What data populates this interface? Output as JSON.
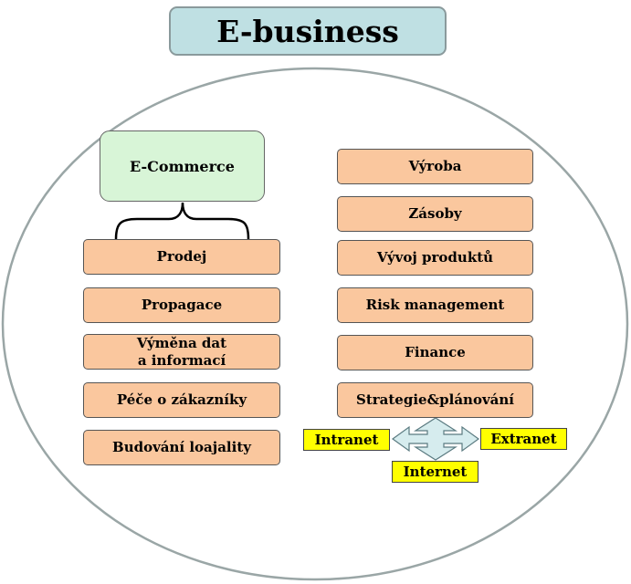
{
  "title": "E-business",
  "ecommerce": {
    "label": "E-Commerce"
  },
  "left_items": [
    {
      "lines": [
        "Prodej"
      ]
    },
    {
      "lines": [
        "Propagace"
      ]
    },
    {
      "lines": [
        "Výměna dat",
        "a informací"
      ]
    },
    {
      "lines": [
        "Péče o zákazníky"
      ]
    },
    {
      "lines": [
        "Budování loajality"
      ]
    }
  ],
  "right_items": [
    {
      "label": "Výroba"
    },
    {
      "label": "Zásoby"
    },
    {
      "label": "Vývoj produktů"
    },
    {
      "label": "Risk management"
    },
    {
      "label": "Finance"
    },
    {
      "label": "Strategie&plánování"
    }
  ],
  "networks": {
    "intranet": "Intranet",
    "extranet": "Extranet",
    "internet": "Internet"
  },
  "colors": {
    "title_fill": "#bfe0e3",
    "ecommerce_fill": "#d8f5d7",
    "item_fill": "#fac79e",
    "network_fill": "#ffff00",
    "arrow_fill": "#d6ecee"
  }
}
